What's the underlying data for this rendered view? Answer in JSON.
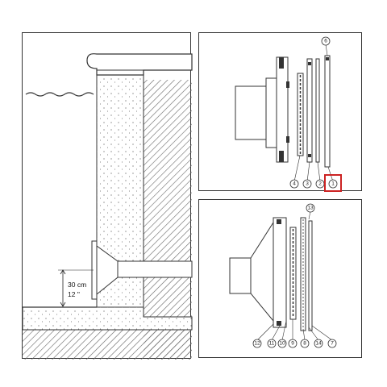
{
  "section_view": {
    "dimension_metric": "30 cm",
    "dimension_imperial": "12 \""
  },
  "exploded_top": {
    "callouts": [
      "6",
      "4",
      "3",
      "2",
      "1"
    ],
    "highlighted_callout": "1",
    "highlight_color": "#cc2222"
  },
  "exploded_bottom": {
    "callouts": [
      "13",
      "12",
      "11",
      "10",
      "9",
      "8",
      "14",
      "7"
    ]
  }
}
